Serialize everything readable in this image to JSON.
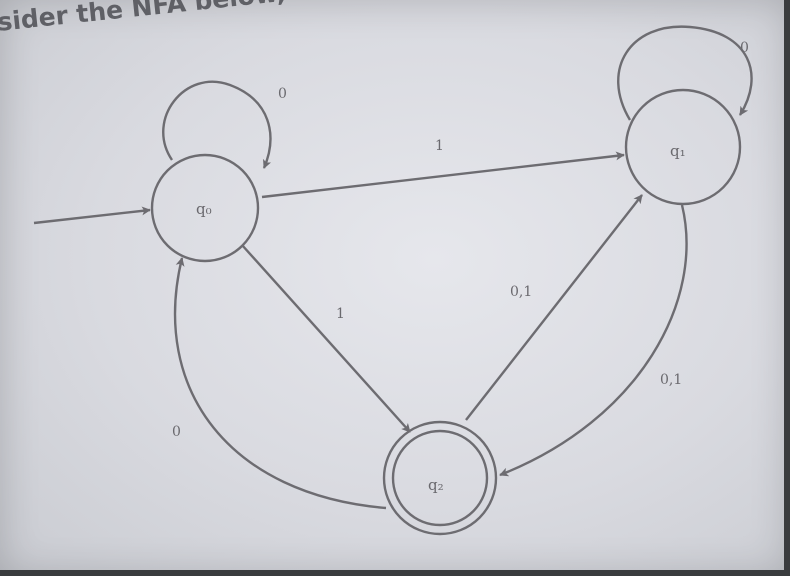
{
  "header": {
    "text": "sider the NFA below, fi"
  },
  "states": [
    {
      "id": "q0",
      "label": "q₀",
      "start": true,
      "accepting": false
    },
    {
      "id": "q1",
      "label": "q₁",
      "start": false,
      "accepting": false
    },
    {
      "id": "q2",
      "label": "q₂",
      "start": false,
      "accepting": true
    }
  ],
  "transitions": [
    {
      "from": "q0",
      "to": "q0",
      "label": "0"
    },
    {
      "from": "q0",
      "to": "q1",
      "label": "1"
    },
    {
      "from": "q0",
      "to": "q2",
      "label": "1"
    },
    {
      "from": "q1",
      "to": "q1",
      "label": "0"
    },
    {
      "from": "q1",
      "to": "q2",
      "label": "0,1"
    },
    {
      "from": "q2",
      "to": "q1",
      "label": "0,1"
    },
    {
      "from": "q2",
      "to": "q0",
      "label": "0"
    }
  ]
}
